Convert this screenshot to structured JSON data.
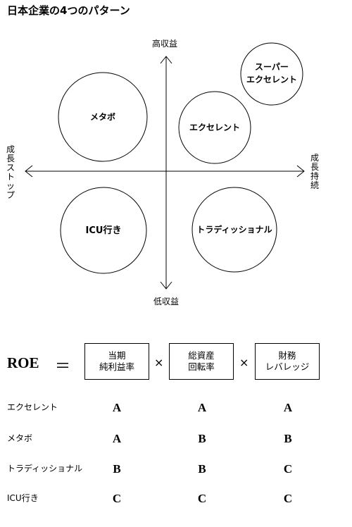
{
  "title": "日本企業の4つのパターン",
  "diagram": {
    "axis_top": "高収益",
    "axis_bottom": "低収益",
    "axis_left": "成長ストップ",
    "axis_right": "成長持続",
    "circles": {
      "metabo": "メタボ",
      "excellent": "エクセレント",
      "super_line1": "スーパー",
      "super_line2": "エクセレント",
      "icu": "ICU行き",
      "traditional": "トラディッショナル"
    }
  },
  "formula": {
    "roe": "ROE",
    "equals": "＝",
    "times": "×",
    "box1_line1": "当期",
    "box1_line2": "純利益率",
    "box2_line1": "総資産",
    "box2_line2": "回転率",
    "box3_line1": "財務",
    "box3_line2": "レバレッジ"
  },
  "table": {
    "rows": [
      {
        "label": "エクセレント",
        "grades": [
          "A",
          "A",
          "A"
        ]
      },
      {
        "label": "メタボ",
        "grades": [
          "A",
          "B",
          "B"
        ]
      },
      {
        "label": "トラディッショナル",
        "grades": [
          "B",
          "B",
          "C"
        ]
      },
      {
        "label": "ICU行き",
        "grades": [
          "C",
          "C",
          "C"
        ]
      }
    ]
  }
}
